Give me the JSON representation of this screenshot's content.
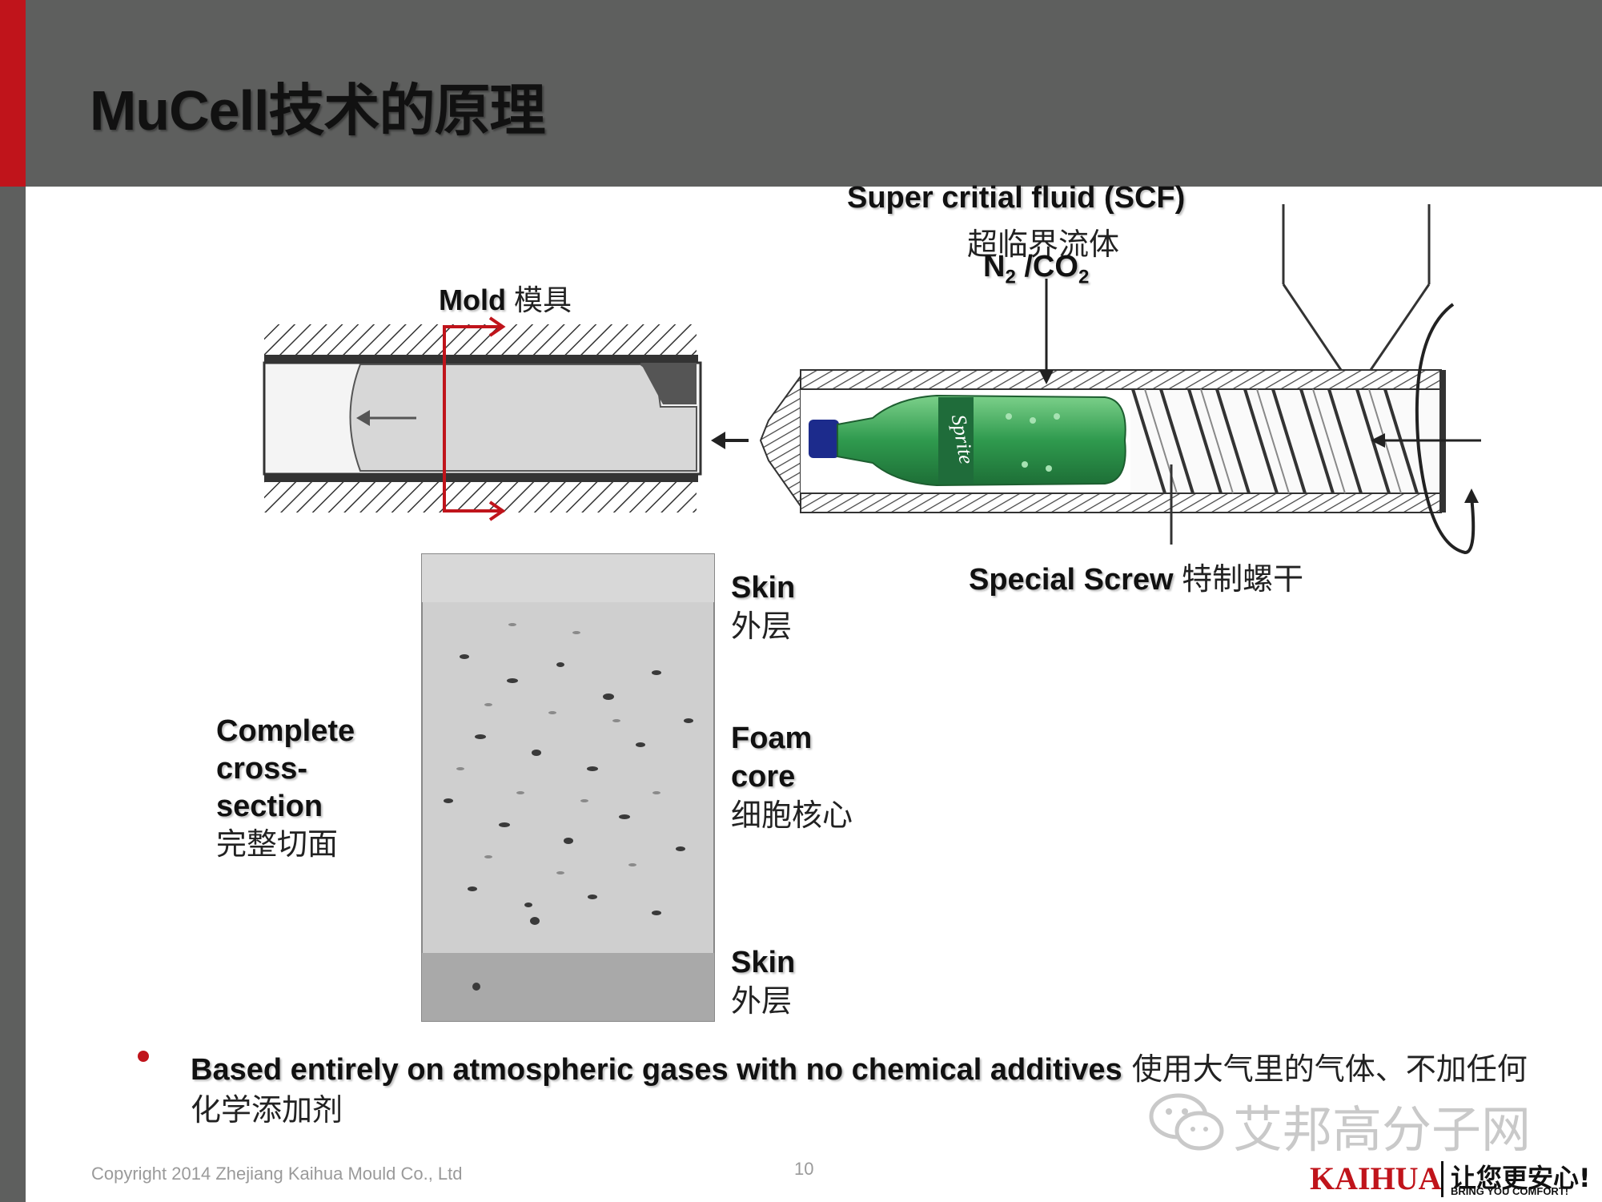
{
  "slide": {
    "title": "MuCell技术的原理",
    "copyright": "Copyright 2014 Zhejiang Kaihua Mould Co., Ltd",
    "page_number": "10",
    "watermark": "艾邦高分子网"
  },
  "diagram": {
    "scf_en": "Super critial fluid (SCF)",
    "scf_cn": "超临界流体",
    "gas_n": "N",
    "gas_n_sub": "2",
    "gas_co": " /CO",
    "gas_co_sub": "2",
    "mold_en": "Mold",
    "mold_cn": "模具",
    "screw_en": "Special Screw",
    "screw_cn": "特制螺干",
    "bottle_brand": "Sprite"
  },
  "cross_section": {
    "complete_en_1": "Complete",
    "complete_en_2": "cross-",
    "complete_en_3": "section",
    "complete_cn": "完整切面",
    "skin_top_en": "Skin",
    "skin_top_cn": "外层",
    "foam_en_1": "Foam",
    "foam_en_2": "core",
    "foam_cn": "细胞核心",
    "skin_bottom_en": "Skin",
    "skin_bottom_cn": "外层"
  },
  "bullet": {
    "text_en": "Based entirely on atmospheric gases with no chemical additives",
    "text_cn": " 使用大气里的气体、不加任何化学添加剂"
  },
  "logo": {
    "brand": "KAIHUA",
    "slogan_cn": "让您更安心!",
    "slogan_en": "BRING YOU COMFORT!"
  },
  "colors": {
    "header_gray": "#5e5f5e",
    "accent_red": "#c0141b",
    "bottle_green": "#2f9a4e"
  }
}
